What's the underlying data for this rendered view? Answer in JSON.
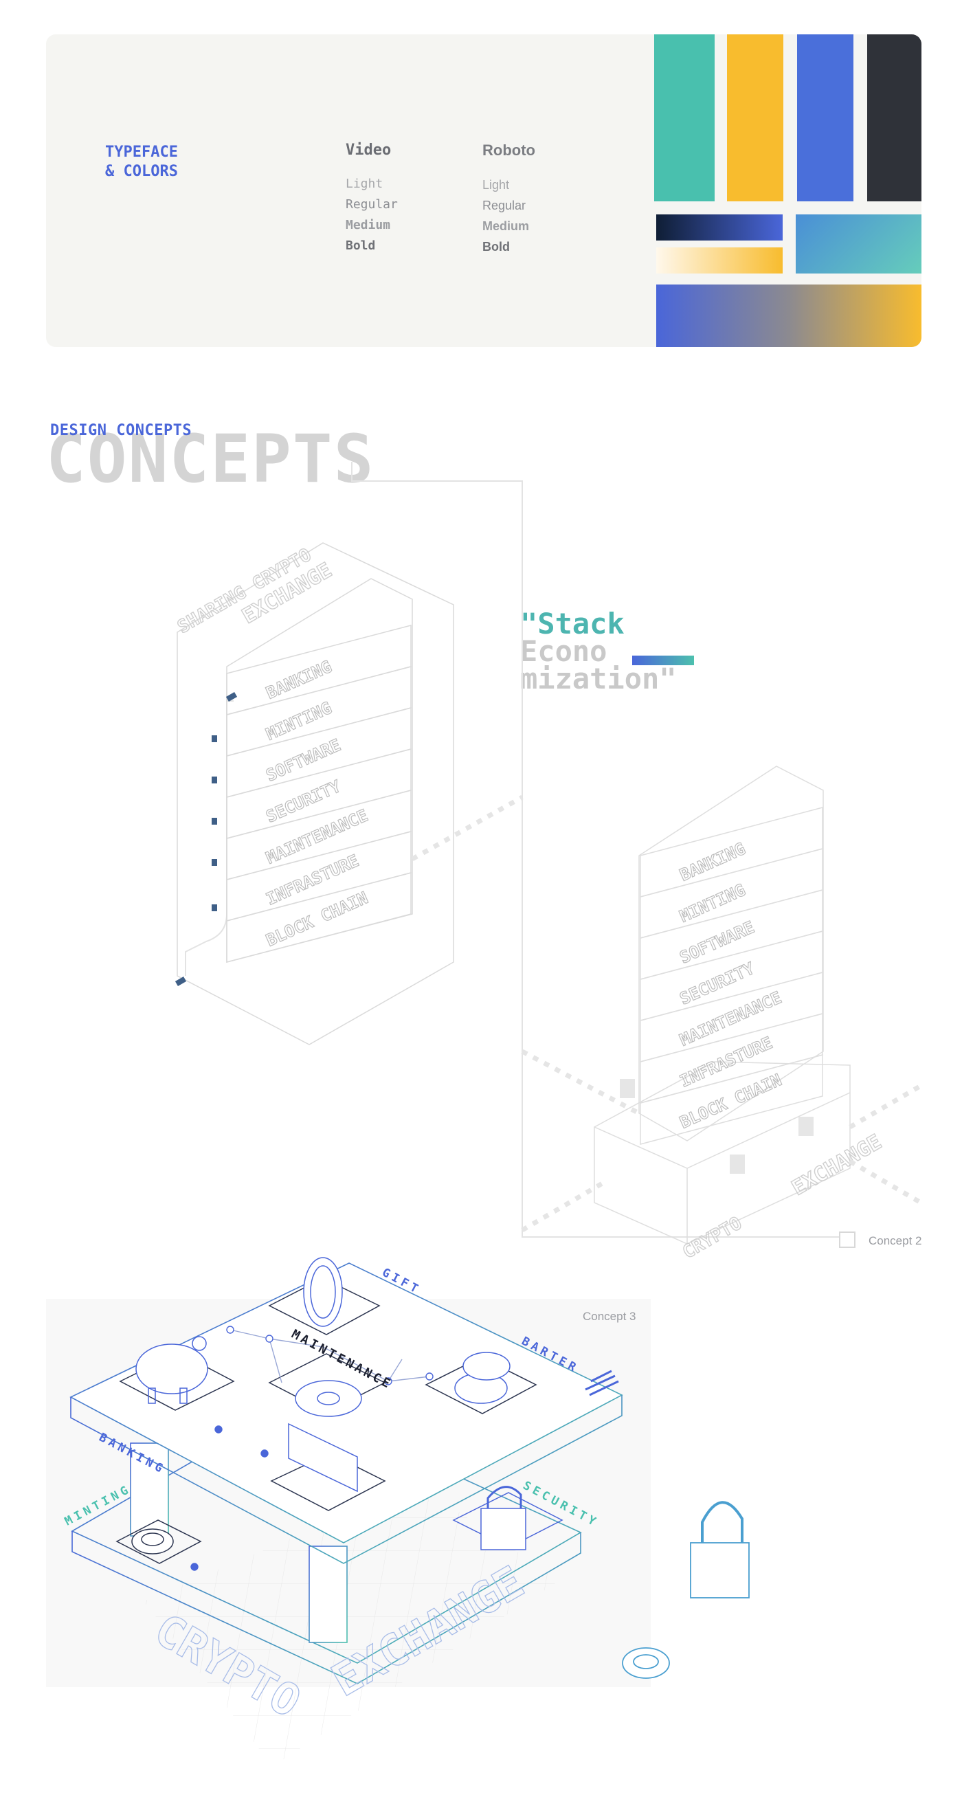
{
  "typeface": {
    "title_line1": "TYPEFACE",
    "title_line2": "& COLORS",
    "fonts": [
      {
        "name": "Video",
        "weights": [
          "Light",
          "Regular",
          "Medium",
          "Bold"
        ]
      },
      {
        "name": "Roboto",
        "weights": [
          "Light",
          "Regular",
          "Medium",
          "Bold"
        ]
      }
    ]
  },
  "colors": {
    "teal": "#49c0ae",
    "yellow": "#f8bc2e",
    "blue": "#4a6fda",
    "dark": "#2f3239",
    "gradient_dark_blue": [
      "#0f1e35",
      "#4a66d9"
    ],
    "gradient_cream_yellow": [
      "#fff8ec",
      "#f8bc2e"
    ],
    "gradient_blue_teal": [
      "#4a8fd6",
      "#66cdbb"
    ],
    "gradient_blue_yellow": [
      "#4a66d9",
      "#f8bc2e"
    ]
  },
  "concepts": {
    "section_label": "DESIGN CONCEPTS",
    "big_title": "CONCEPTS",
    "stack_title": [
      "\"Stack",
      "Econo",
      "mization\""
    ],
    "concept1": {
      "header": [
        "SHARING CRYPTO",
        "EXCHANGE"
      ],
      "layers": [
        "BANKING",
        "MINTING",
        "SOFTWARE",
        "SECURITY",
        "MAINTENANCE",
        "INFRASTURE",
        "BLOCK CHAIN"
      ]
    },
    "concept2": {
      "label": "Concept 2",
      "layers": [
        "BANKING",
        "MINTING",
        "SOFTWARE",
        "SECURITY",
        "MAINTENANCE",
        "INFRASTURE",
        "BLOCK CHAIN"
      ],
      "base_text": [
        "CRYPTO",
        "EXCHANGE"
      ]
    },
    "concept3": {
      "label": "Concept 3",
      "tags": [
        "GIFT",
        "BARTER",
        "MAINTENANCE",
        "BANKING",
        "MINTING",
        "SECURITY"
      ],
      "base_text": [
        "CRYPTO",
        "EXCHANGE"
      ]
    }
  }
}
